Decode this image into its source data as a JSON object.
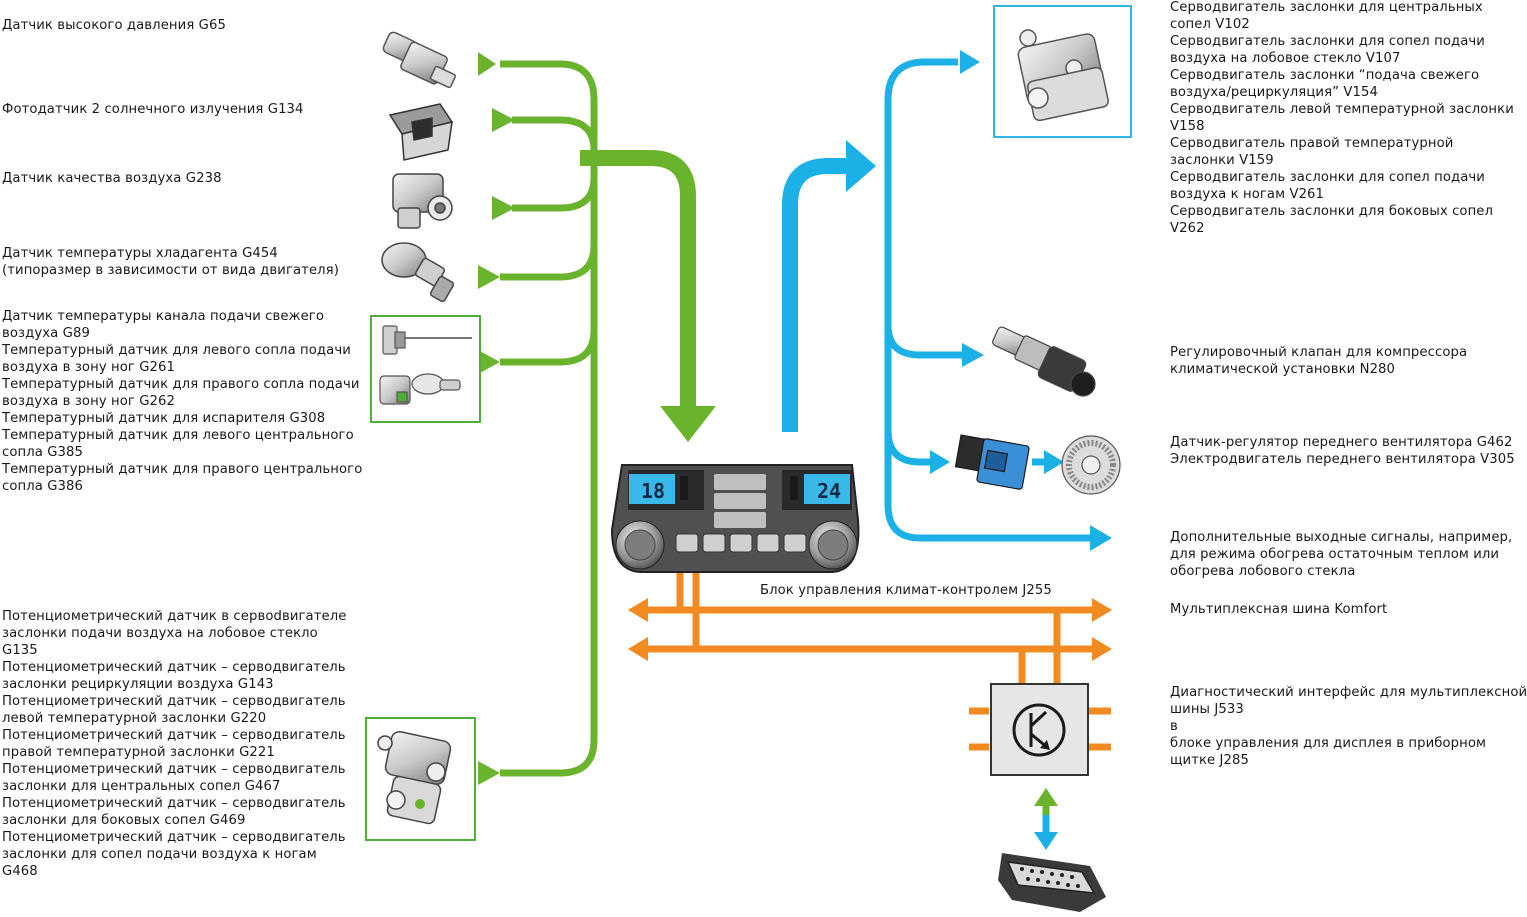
{
  "inputs": {
    "g65": [
      "Датчик высокого давления G65"
    ],
    "g134": [
      "Фотодатчик 2 солнечного излучения G134"
    ],
    "g238": [
      "Датчик качества воздуха G238"
    ],
    "g454": [
      "Датчик температуры хладагента G454",
      "(типоразмер в зависимости от вида двигателя)"
    ],
    "temp_group": [
      "Датчик температуры канала подачи свежего",
      "воздуха G89",
      "Температурный датчик для левого сопла подачи",
      "воздуха в зону ног G261",
      "Температурный датчик для правого сопла подачи",
      "воздуха в зону ног G262",
      "Температурный датчик для испарителя G308",
      "Температурный датчик для левого центрального",
      "сопла G385",
      "Температурный датчик для правого центрального",
      "сопла G386"
    ],
    "pot_group": [
      "Потенциометрический датчик в сервodвигателе",
      "заслонки подачи воздуха на лобовое стекло",
      "G135",
      "Потенциометрический датчик – серводвигатель",
      "заслонки рециркуляции воздуха G143",
      "Потенциометрический датчик – серводвигатель",
      "левой температурной заслонки G220",
      "Потенциометрический датчик – серводвигатель",
      "правой температурной заслонки G221",
      "Потенциометрический датчик – серводвигатель",
      "заслонки для центральных сопел G467",
      "Потенциометрический датчик – серводвигатель",
      "заслонки для боковых сопел G469",
      "Потенциометрический датчик – серводвигатель",
      "заслонки для сопел подачи воздуха к ногам",
      "G468"
    ]
  },
  "outputs": {
    "servos": [
      "Серводвигатель заслонки для центральных",
      "сопел V102",
      "Серводвигатель заслонки для сопел подачи",
      "воздуха на лобовое стекло V107",
      "Серводвигатель заслонки “подача свежего",
      "воздуха/рециркуляция” V154",
      "Серводвигатель левой температурной заслонки",
      "V158",
      "Серводвигатель правой температурной",
      "заслонки V159",
      "Серводвигатель заслонки для сопел подачи",
      "воздуха к ногам V261",
      "Серводвигатель заслонки для боковых сопел",
      "V262"
    ],
    "n280": [
      "Регулировочный клапан для компрессора",
      "климатической установки N280"
    ],
    "fan": [
      "Датчик-регулятор переднего вентилятора G462",
      "Электродвигатель переднего вентилятора V305"
    ],
    "extra": [
      "Дополнительные выходные сигналы, например,",
      "для режима обогрева остаточным теплом или",
      "обогрева лобового стекла"
    ]
  },
  "bus": {
    "control_unit": "Блок управления климат-контролем J255",
    "komfort": "Мультиплексная шина Komfort",
    "gateway": [
      "Диагностический интерфейс для мультиплексной",
      "шины J533",
      "в",
      "блоке управления для дисплея в приборном",
      "щитке J285"
    ]
  },
  "panel": {
    "left_temp": "18",
    "right_temp": "24"
  },
  "colors": {
    "input_arrow": "#6ab42d",
    "output_arrow": "#1bb1e7",
    "bus_arrow": "#f18a21",
    "frame_green": "#4fae3a",
    "frame_blue": "#33b6e6",
    "display_bg": "#39b8ea"
  }
}
